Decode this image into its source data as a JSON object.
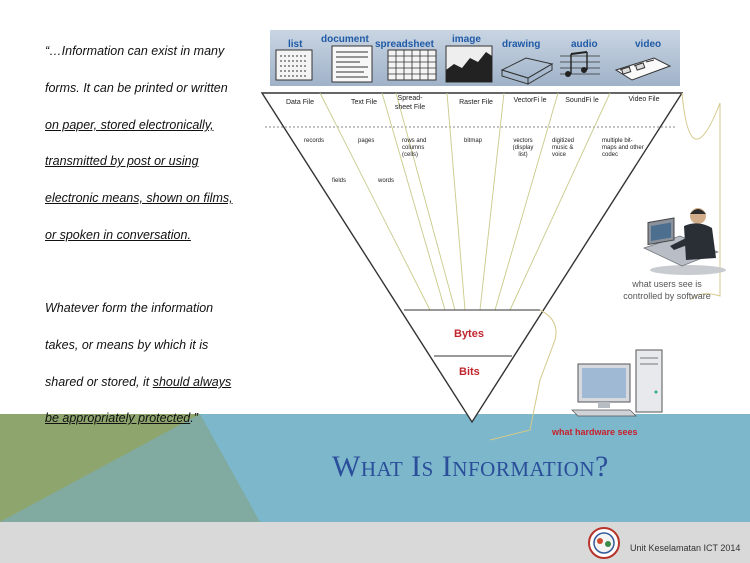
{
  "quote": {
    "lines": [
      "“…Information can exist in many",
      "forms. It can be printed or written",
      "on paper, stored electronically,",
      "transmitted by post or using",
      "electronic means, shown on films,",
      "or spoken in conversation.",
      "Whatever form the information",
      "takes, or means by which it is",
      "shared or stored, it ",
      "should always",
      "be appropriately protected",
      ".”"
    ]
  },
  "icons_strip": {
    "labels": [
      "list",
      "document",
      "spreadsheet",
      "image",
      "drawing",
      "audio",
      "video"
    ]
  },
  "funnel": {
    "file_types": [
      "Data File",
      "Text File",
      "Spread-sheet File",
      "Raster File",
      "VectorFi le",
      "SoundFi le",
      "Video File"
    ],
    "components": [
      "records",
      "pages",
      "rows and columns (cells)",
      "bitmap",
      "vectors (display list)",
      "digitized music & voice",
      "multiple bit-maps and other codec"
    ],
    "sub_components": [
      "fields",
      "words"
    ],
    "bytes_label": "Bytes",
    "bits_label": "Bits"
  },
  "captions": {
    "users": "what users see is controlled by software",
    "hardware": "what hardware sees"
  },
  "title": "What Is Information?",
  "footer": "Unit Keselamatan ICT 2014",
  "colors": {
    "title": "#2a4e9a",
    "accent_red": "#c0262d",
    "band_blue": "#6fb0c8",
    "band_green": "#8fa55a"
  }
}
